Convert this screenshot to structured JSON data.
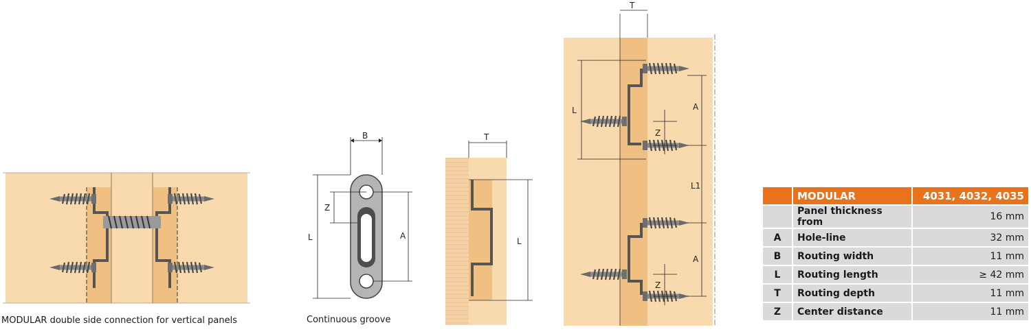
{
  "captions": {
    "double_side": "MODULAR double side connection for vertical panels",
    "continuous_groove": "Continuous groove"
  },
  "dimension_labels": {
    "B": "B",
    "Z": "Z",
    "L": "L",
    "A": "A",
    "T": "T",
    "L1": "L1"
  },
  "table": {
    "header": {
      "symbol": "",
      "product": "MODULAR",
      "models": "4031, 4032, 4035"
    },
    "rows": [
      {
        "symbol": "",
        "label": "Panel thickness from",
        "value": "16 mm"
      },
      {
        "symbol": "A",
        "label": "Hole-line",
        "value": "32 mm"
      },
      {
        "symbol": "B",
        "label": "Routing width",
        "value": "11 mm"
      },
      {
        "symbol": "L",
        "label": "Routing length",
        "value": "≥ 42 mm"
      },
      {
        "symbol": "T",
        "label": "Routing depth",
        "value": "11 mm"
      },
      {
        "symbol": "Z",
        "label": "Center distance",
        "value": "11 mm"
      }
    ]
  },
  "colors": {
    "wood": "#f9d9ae",
    "groove": "#f0bf82",
    "table_header": "#e8731c",
    "table_row": "#dadada"
  }
}
